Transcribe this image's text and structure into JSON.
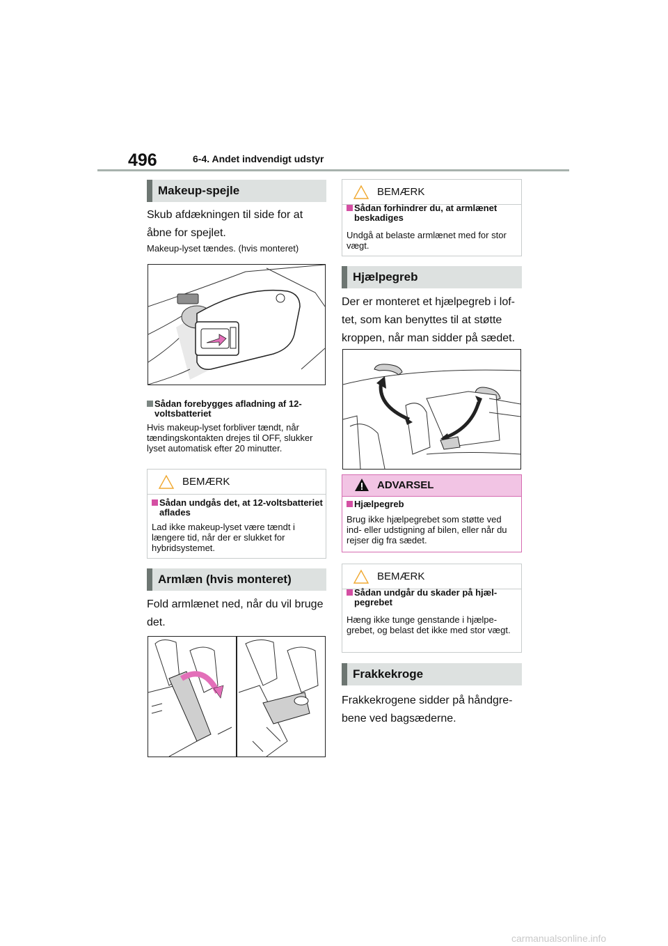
{
  "header": {
    "page_number": "496",
    "chapter": "6-4. Andet indvendigt udstyr"
  },
  "left": {
    "makeup": {
      "title": "Makeup-spejle",
      "intro": "Skub afdækningen til side for at åbne for spejlet.",
      "light_note": "Makeup-lyset tændes. (hvis monteret)",
      "bullet_title": "Sådan forebygges afladning af 12-voltsbatteriet",
      "bullet_text": "Hvis makeup-lyset forbliver tændt, når tændingskontakten drejes til OFF, sluk­ker lyset automatisk efter 20 minutter."
    },
    "notice1": {
      "title": "BEMÆRK",
      "bullet_title": "Sådan undgås det, at 12-volts­batteriet aflades",
      "text": "Lad ikke makeup-lyset være tændt i længere tid, når der er slukket for hybridsystemet."
    },
    "armrest": {
      "title": "Armlæn (hvis monteret)",
      "intro": "Fold armlænet ned, når du vil bruge det."
    }
  },
  "right": {
    "notice2": {
      "title": "BEMÆRK",
      "bullet_title": "Sådan forhindrer du, at armlænet beskadiges",
      "text": "Undgå at belaste armlænet med for stor vægt."
    },
    "grab": {
      "title": "Hjælpegreb",
      "intro": "Der er monteret et hjælpegreb i lof­tet, som kan benyttes til at støtte kroppen, når man sidder på sædet."
    },
    "warning": {
      "title": "ADVARSEL",
      "bullet_title": "Hjælpegreb",
      "text": "Brug ikke hjælpegrebet som støtte ved ind- eller udstigning af bilen, eller når du rejser dig fra sædet."
    },
    "notice3": {
      "title": "BEMÆRK",
      "bullet_title": "Sådan undgår du skader på hjæl­pegrebet",
      "text": "Hæng ikke tunge genstande i hjælpe­grebet, og belast det ikke med stor vægt."
    },
    "coat": {
      "title": "Frakkekroge",
      "intro": "Frakkekrogene sidder på håndgre­bene ved bagsæderne."
    }
  },
  "colors": {
    "header_rule": "#a7b2ad",
    "section_bg": "#dde1e0",
    "section_bar": "#6d7672",
    "warning_bg": "#f2c4e4",
    "warning_accent": "#d44fa3",
    "figure_arrow": "#e36fb9"
  },
  "watermark": "carmanualsonline.info"
}
